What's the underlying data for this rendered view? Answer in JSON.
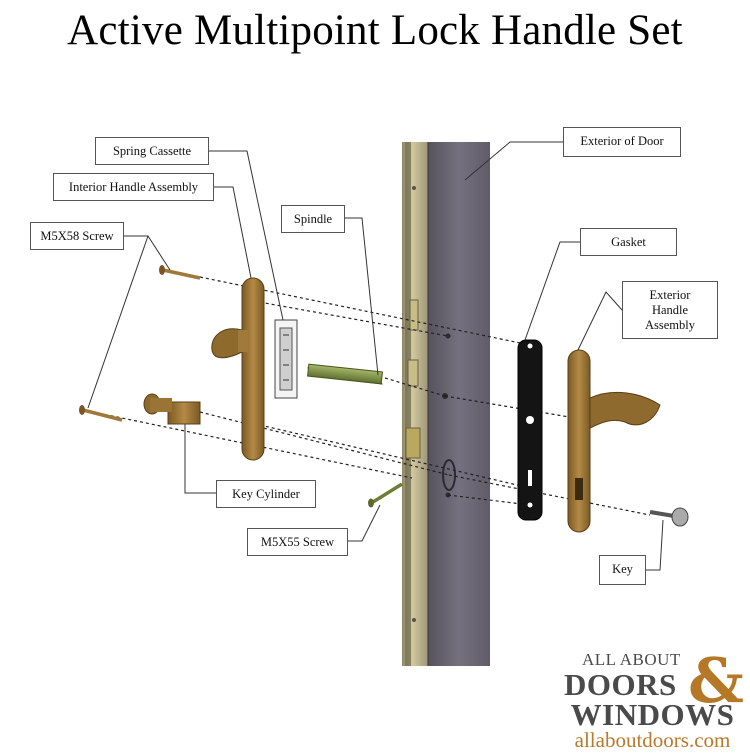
{
  "title": "Active Multipoint Lock Handle Set",
  "labels": {
    "spring_cassette": "Spring Cassette",
    "interior_handle_assembly": "Interior Handle Assembly",
    "m5x58_screw": "M5X58 Screw",
    "spindle": "Spindle",
    "exterior_of_door": "Exterior of Door",
    "gasket": "Gasket",
    "exterior_handle_assembly_l1": "Exterior",
    "exterior_handle_assembly_l2": "Handle",
    "exterior_handle_assembly_l3": "Assembly",
    "key_cylinder": "Key Cylinder",
    "m5x55_screw": "M5X55 Screw",
    "key": "Key"
  },
  "brand": {
    "line1": "ALL ABOUT",
    "ampersand": "&",
    "line2": "DOORS",
    "line3": "WINDOWS",
    "url": "allaboutdoors.com"
  },
  "colors": {
    "door_face": "#6e6a78",
    "door_edge": "#b3ab8a",
    "brass": "#9c7636",
    "gasket": "#111111",
    "spindle": "#7c8f44",
    "brand_gold": "#b87a2a",
    "brand_gray": "#4a4a4a"
  }
}
